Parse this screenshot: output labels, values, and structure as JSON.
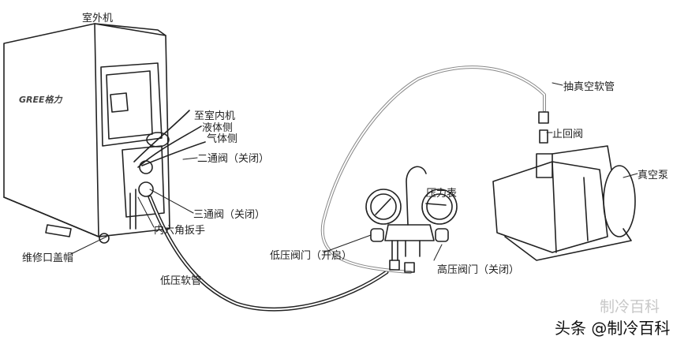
{
  "logo": "GREE格力",
  "labels": {
    "outdoor_unit": "室外机",
    "to_indoor": "至室内机",
    "liquid_side": "液体侧",
    "gas_side": "气体侧",
    "two_way_valve": "二通阀（关闭）",
    "three_way_valve": "三通阀（关闭）",
    "hex_wrench": "内六角扳手",
    "service_cap": "维修口盖帽",
    "low_pressure_hose": "低压软管",
    "low_pressure_valve": "低压阀门（开启）",
    "gauge": "压力表",
    "high_pressure_valve": "高压阀门（关闭）",
    "vacuum_hose": "抽真空软管",
    "check_valve": "止回阀",
    "vacuum_pump": "真空泵"
  },
  "watermark": "制冷百科",
  "credit": "头条 @制冷百科"
}
